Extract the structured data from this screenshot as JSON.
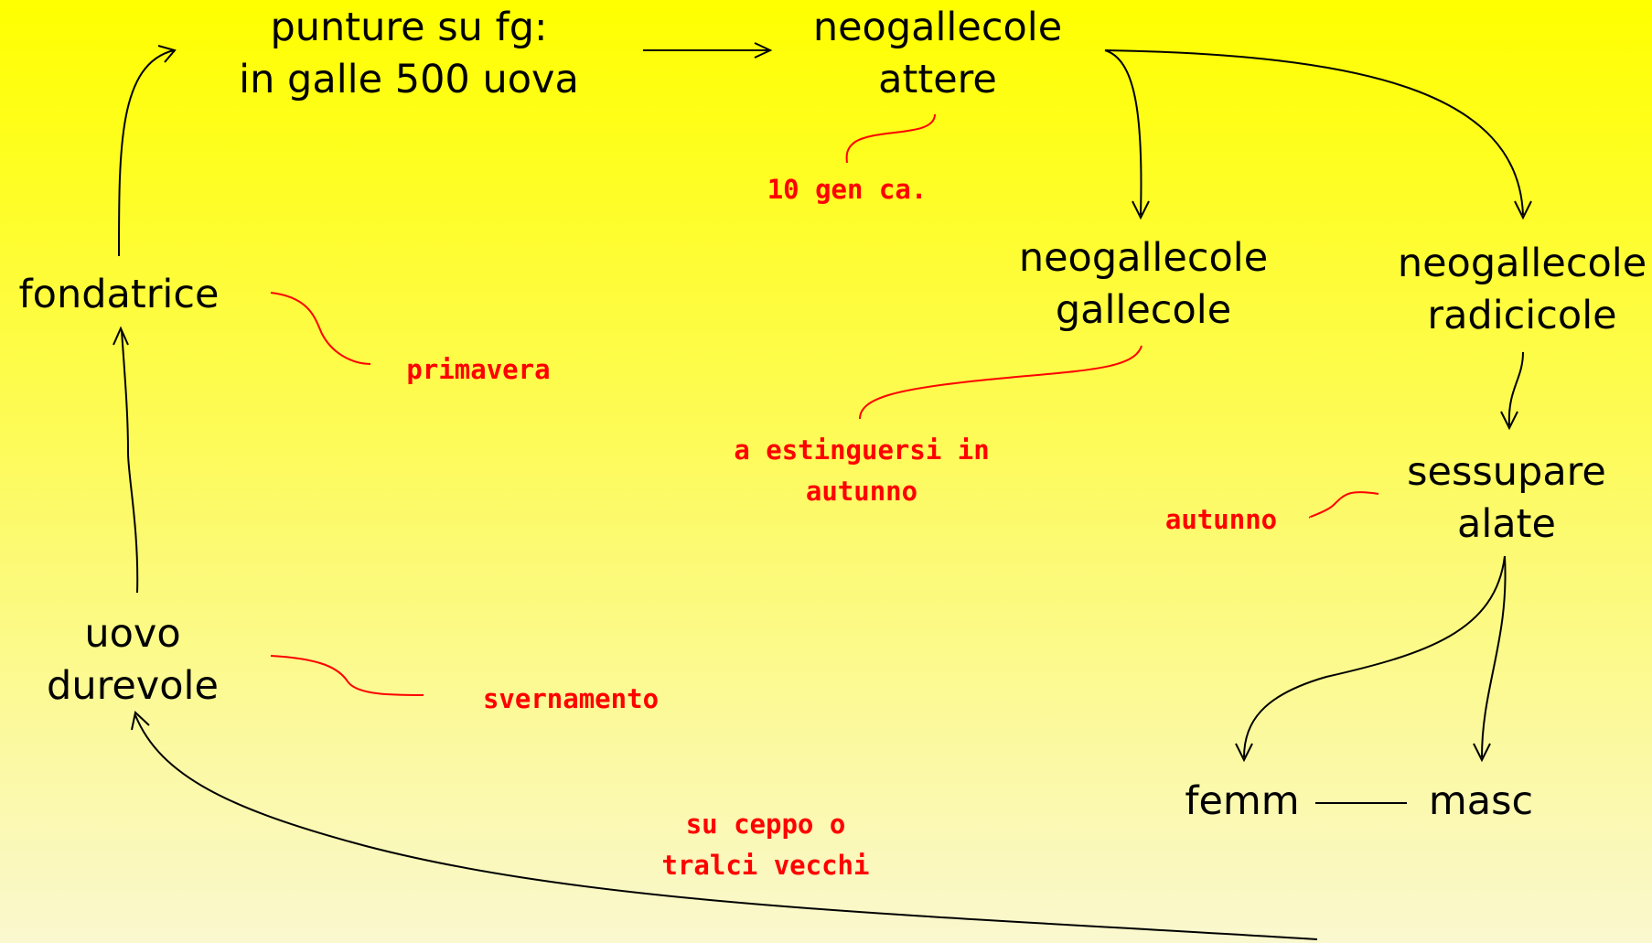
{
  "colors": {
    "background_top": "#ffff00",
    "background_bottom": "#faf8cf",
    "node_text": "#000000",
    "note_text": "#ff0000",
    "connector": "#ff0000",
    "arrow": "#000000"
  },
  "nodes": {
    "punture": {
      "line1": "punture su fg:",
      "line2": "in galle 500 uova"
    },
    "neogallecole_attere": {
      "line1": "neogallecole",
      "line2": "attere"
    },
    "neogallecole_gallecole": {
      "line1": "neogallecole",
      "line2": "gallecole"
    },
    "neogallecole_radicicole": {
      "line1": "neogallecole",
      "line2": "radicicole"
    },
    "fondatrice": {
      "line1": "fondatrice"
    },
    "sessupare_alate": {
      "line1": "sessupare",
      "line2": "alate"
    },
    "uovo_durevole": {
      "line1": "uovo",
      "line2": "durevole"
    },
    "femm": {
      "line1": "femm"
    },
    "masc": {
      "line1": "masc"
    }
  },
  "notes": {
    "generazioni": {
      "line1": "10 gen ca."
    },
    "primavera": {
      "line1": "primavera"
    },
    "estinzione": {
      "line1": "a estinguersi in",
      "line2": "autunno"
    },
    "autunno": {
      "line1": "autunno"
    },
    "svernamento": {
      "line1": "svernamento"
    },
    "ceppo": {
      "line1": "su ceppo o",
      "line2": "tralci vecchi"
    }
  }
}
